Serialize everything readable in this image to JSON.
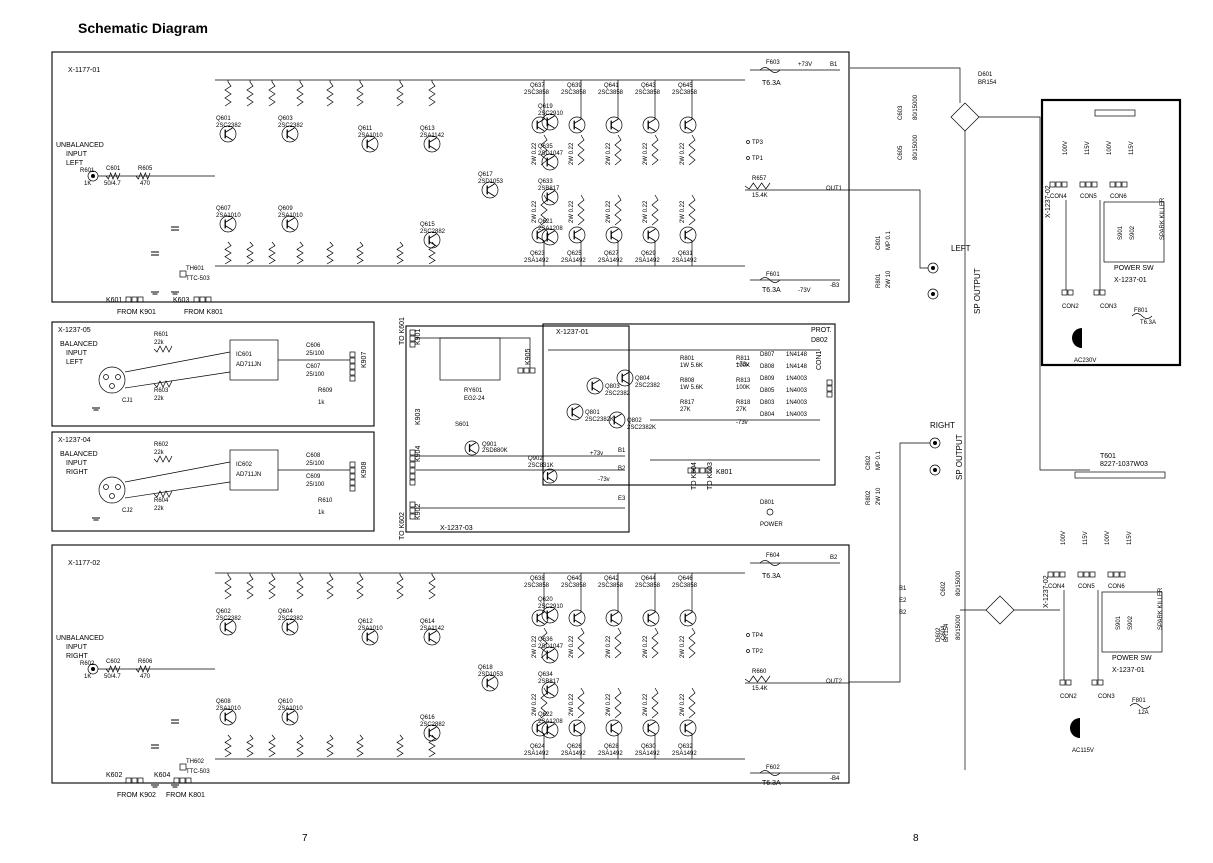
{
  "title": "Schematic Diagram",
  "page_numbers": {
    "left": "7",
    "right": "8"
  },
  "modules": {
    "amp_left": {
      "board": "X-1177-01",
      "input_label": [
        "UNBALANCED",
        "INPUT",
        "LEFT"
      ],
      "output_label": "OUT1",
      "rail_pos": "B1",
      "rail_neg": "-B3",
      "fuse_top": "F603",
      "fuse_top_rating": "T6.3A",
      "fuse_bottom": "F601",
      "fuse_bottom_rating": "T6.3A",
      "input_chain": [
        "R601",
        "1K",
        "C601",
        "50/4.7",
        "R605",
        "470"
      ],
      "front_transistors": [
        {
          "ref": "Q601",
          "part": "2SC2382"
        },
        {
          "ref": "Q603",
          "part": "2SC2382"
        },
        {
          "ref": "Q607",
          "part": "2SA1010"
        },
        {
          "ref": "Q609",
          "part": "2SA1010"
        },
        {
          "ref": "Q611",
          "part": "2SA1010"
        },
        {
          "ref": "Q613",
          "part": "2SA1142"
        },
        {
          "ref": "Q615",
          "part": "2SC2882"
        },
        {
          "ref": "Q617",
          "part": "2SD1053"
        },
        {
          "ref": "Q619",
          "part": "2SC2910"
        },
        {
          "ref": "Q621",
          "part": "2SA1208"
        },
        {
          "ref": "Q633",
          "part": "2SB817"
        },
        {
          "ref": "Q635",
          "part": "2SD1047"
        }
      ],
      "output_top": [
        {
          "ref": "Q637",
          "part": "2SC3858"
        },
        {
          "ref": "Q639",
          "part": "2SC3858"
        },
        {
          "ref": "Q641",
          "part": "2SC3858"
        },
        {
          "ref": "Q643",
          "part": "2SC3858"
        },
        {
          "ref": "Q645",
          "part": "2SC3858"
        }
      ],
      "output_bottom": [
        {
          "ref": "Q623",
          "part": "2SA1492"
        },
        {
          "ref": "Q625",
          "part": "2SA1492"
        },
        {
          "ref": "Q627",
          "part": "2SA1492"
        },
        {
          "ref": "Q629",
          "part": "2SA1492"
        },
        {
          "ref": "Q631",
          "part": "2SA1492"
        }
      ],
      "emitter_res": "2W 0.22",
      "feedback": [
        "R657",
        "15.4K"
      ],
      "test_points": [
        "TP3",
        "TP1"
      ],
      "thermistor": [
        "TH601",
        "TTC-503"
      ],
      "connectors": [
        {
          "ref": "K601",
          "note": "FROM K901"
        },
        {
          "ref": "K603",
          "note": "FROM K801"
        }
      ]
    },
    "amp_right": {
      "board": "X-1177-02",
      "input_label": [
        "UNBALANCED",
        "INPUT",
        "RIGHT"
      ],
      "output_label": "OUT2",
      "rail_pos": "B2",
      "rail_neg": "-B4",
      "fuse_top": "F604",
      "fuse_top_rating": "T6.3A",
      "fuse_bottom": "F602",
      "fuse_bottom_rating": "T6.3A",
      "input_chain": [
        "R602",
        "1K",
        "C602",
        "50/4.7",
        "R606",
        "470"
      ],
      "front_transistors": [
        {
          "ref": "Q602",
          "part": "2SC2382"
        },
        {
          "ref": "Q604",
          "part": "2SC2382"
        },
        {
          "ref": "Q608",
          "part": "2SA1010"
        },
        {
          "ref": "Q610",
          "part": "2SA1010"
        },
        {
          "ref": "Q612",
          "part": "2SA1010"
        },
        {
          "ref": "Q614",
          "part": "2SA1142"
        },
        {
          "ref": "Q616",
          "part": "2SC2882"
        },
        {
          "ref": "Q618",
          "part": "2SD1053"
        },
        {
          "ref": "Q620",
          "part": "2SC2910"
        },
        {
          "ref": "Q622",
          "part": "2SA1208"
        },
        {
          "ref": "Q634",
          "part": "2SB817"
        },
        {
          "ref": "Q636",
          "part": "2SD1047"
        }
      ],
      "output_top": [
        {
          "ref": "Q638",
          "part": "2SC3858"
        },
        {
          "ref": "Q640",
          "part": "2SC3858"
        },
        {
          "ref": "Q642",
          "part": "2SC3858"
        },
        {
          "ref": "Q644",
          "part": "2SC3858"
        },
        {
          "ref": "Q646",
          "part": "2SC3858"
        }
      ],
      "output_bottom": [
        {
          "ref": "Q624",
          "part": "2SA1492"
        },
        {
          "ref": "Q626",
          "part": "2SA1492"
        },
        {
          "ref": "Q628",
          "part": "2SA1492"
        },
        {
          "ref": "Q630",
          "part": "2SA1492"
        },
        {
          "ref": "Q632",
          "part": "2SA1492"
        }
      ],
      "emitter_res": "2W 0.22",
      "feedback": [
        "R660",
        "15.4K"
      ],
      "test_points": [
        "TP4",
        "TP2"
      ],
      "thermistor": [
        "TH602",
        "TTC-503"
      ],
      "connectors": [
        {
          "ref": "K602",
          "note": "FROM K902"
        },
        {
          "ref": "K604",
          "note": "FROM K801"
        }
      ]
    },
    "balanced_left": {
      "board": "X-1237-05",
      "label": [
        "BALANCED",
        "INPUT",
        "LEFT"
      ],
      "ic": [
        "IC601",
        "AD711JN"
      ],
      "jack": "CJ1",
      "caps": [
        "C606",
        "25/100",
        "C607",
        "25/100"
      ],
      "res": [
        "R601",
        "22k",
        "R603",
        "22k",
        "R609",
        "1k"
      ],
      "connector": "K907"
    },
    "balanced_right": {
      "board": "X-1237-04",
      "label": [
        "BALANCED",
        "INPUT",
        "RIGHT"
      ],
      "ic": [
        "IC602",
        "AD711JN"
      ],
      "jack": "CJ2",
      "caps": [
        "C608",
        "25/100",
        "C609",
        "25/100"
      ],
      "res": [
        "R602",
        "22k",
        "R604",
        "22k",
        "R610",
        "1k"
      ],
      "connector": "K908"
    },
    "relay_board": {
      "board": "X-1237-03",
      "relay": [
        "RY601",
        "EG2-24"
      ],
      "switch": "S601",
      "q": [
        {
          "ref": "Q901",
          "part": "2SD880K"
        },
        {
          "ref": "Q902",
          "part": "2SC831K"
        }
      ],
      "rails": [
        "+73v",
        "B1",
        "B2",
        "-73v",
        "E3"
      ],
      "connectors": [
        "K901",
        "K902",
        "K903",
        "K904",
        "K905"
      ],
      "to_labels": [
        "TO K601",
        "TO K602"
      ]
    },
    "protect_board": {
      "board": "X-1237-01",
      "title": "PROT.",
      "led": "D802",
      "connector": "CON1",
      "q": [
        {
          "ref": "Q801",
          "part": "2SC2382K"
        },
        {
          "ref": "Q802",
          "part": "2SC2382K"
        },
        {
          "ref": "Q803",
          "part": "2SC2382"
        },
        {
          "ref": "Q804",
          "part": "2SC2382"
        }
      ],
      "res": [
        "R801",
        "1W 5.6K",
        "R811",
        "100K",
        "R808",
        "1W 5.6K",
        "R813",
        "100K",
        "R817",
        "27K",
        "R818",
        "27K"
      ],
      "diodes": [
        "D807",
        "1N4148",
        "D808",
        "1N4148",
        "D809",
        "1N4003",
        "D805",
        "1N4003",
        "D803",
        "1N4003",
        "D804",
        "1N4003"
      ],
      "rails": [
        "+73v",
        "-73v"
      ],
      "k": "K801",
      "power_led": [
        "D801",
        "POWER"
      ],
      "to_labels": [
        "TO K604",
        "TO K603"
      ]
    },
    "psu": {
      "bridge_left": [
        "D601",
        "BR154"
      ],
      "bridge_right": [
        "D602",
        "BR154"
      ],
      "caps_left": [
        "C603",
        "80/15000",
        "C605",
        "80/15000"
      ],
      "caps_right": [
        "C602",
        "80/15000",
        "C604",
        "80/15000"
      ],
      "rails": [
        "+73V",
        "-73V",
        "B1",
        "E2",
        "B2"
      ],
      "transformer": [
        "T601",
        "8227-1037W03"
      ]
    },
    "sp_outputs": {
      "left": {
        "label": "LEFT",
        "text": "SP OUTPUT",
        "cap": [
          "C801",
          "MP 0.1"
        ],
        "res": [
          "R801",
          "2W 10"
        ]
      },
      "right": {
        "label": "RIGHT",
        "text": "SP OUTPUT",
        "cap": [
          "C802",
          "MP 0.1"
        ],
        "res": [
          "R802",
          "2W 10"
        ]
      }
    },
    "mains_230": {
      "board": "X-1237-02",
      "board2": "X-1237-01",
      "connectors": [
        "CON4",
        "CON5",
        "CON6",
        "CON2",
        "CON3"
      ],
      "taps": [
        "100V",
        "115V",
        "100V",
        "115V"
      ],
      "switches": [
        "S901",
        "S902"
      ],
      "switch_labels": [
        "POWER SW",
        "SPARK KILLER"
      ],
      "fuse": [
        "F801",
        "T6.3A"
      ],
      "plug": "AC230V"
    },
    "mains_115": {
      "board": "X-1237-02",
      "board2": "X-1237-01",
      "connectors": [
        "CON4",
        "CON5",
        "CON6",
        "CON2",
        "CON3"
      ],
      "taps": [
        "100V",
        "115V",
        "100V",
        "115V"
      ],
      "switches": [
        "S901",
        "S902"
      ],
      "switch_labels": [
        "POWER SW",
        "SPARK KILLER"
      ],
      "fuse": [
        "F801",
        "12A"
      ],
      "plug": "AC115V"
    }
  }
}
